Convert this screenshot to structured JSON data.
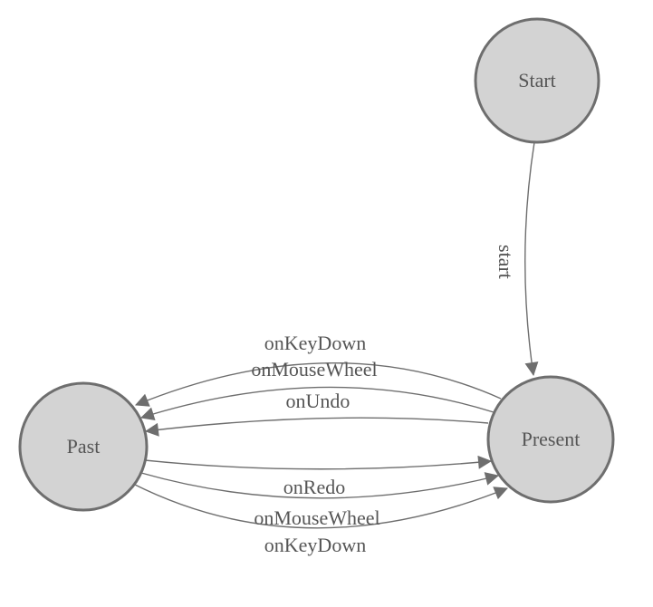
{
  "diagram": {
    "type": "state-machine",
    "nodes": [
      {
        "id": "start",
        "label": "Start"
      },
      {
        "id": "present",
        "label": "Present"
      },
      {
        "id": "past",
        "label": "Past"
      }
    ],
    "edges": [
      {
        "from": "Start",
        "to": "Present",
        "label": "start"
      },
      {
        "from": "Present",
        "to": "Past",
        "label": "onKeyDown"
      },
      {
        "from": "Present",
        "to": "Past",
        "label": "onMouseWheel"
      },
      {
        "from": "Present",
        "to": "Past",
        "label": "onUndo"
      },
      {
        "from": "Past",
        "to": "Present",
        "label": "onRedo"
      },
      {
        "from": "Past",
        "to": "Present",
        "label": "onMouseWheel"
      },
      {
        "from": "Past",
        "to": "Present",
        "label": "onKeyDown"
      }
    ],
    "colors": {
      "background": "#ffffff",
      "node_fill": "#d3d3d3",
      "node_stroke": "#6e6e6e",
      "edge_line": "#6e6e6e",
      "arrow_fill": "#6e6e6e",
      "label_text": "#555555"
    }
  }
}
